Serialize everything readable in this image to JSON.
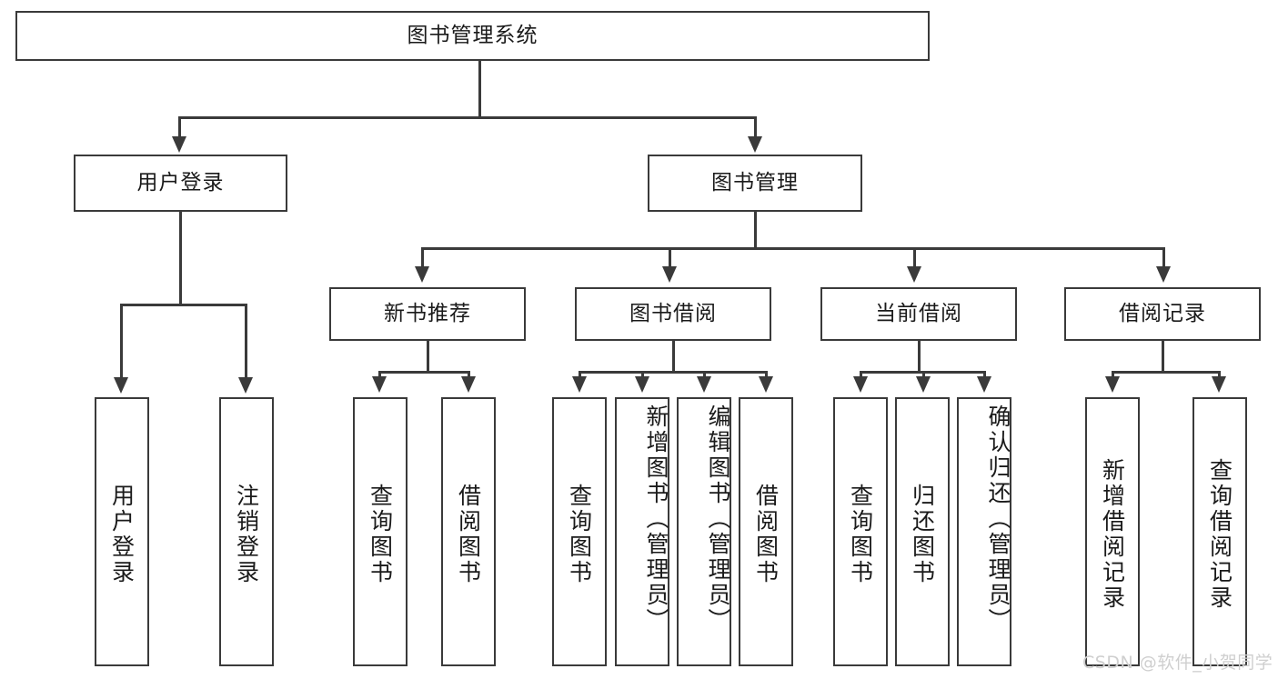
{
  "diagram": {
    "title": "图书管理系统",
    "type": "functional-structure-tree",
    "root": {
      "label": "图书管理系统"
    },
    "level2": [
      {
        "label": "用户登录"
      },
      {
        "label": "图书管理"
      }
    ],
    "level3": [
      {
        "label": "新书推荐"
      },
      {
        "label": "图书借阅"
      },
      {
        "label": "当前借阅"
      },
      {
        "label": "借阅记录"
      }
    ],
    "leaves": {
      "user_login": [
        {
          "label": "用户登录"
        },
        {
          "label": "注销登录"
        }
      ],
      "new_book_recommend": [
        {
          "label": "查询图书"
        },
        {
          "label": "借阅图书"
        }
      ],
      "book_borrow": [
        {
          "label": "查询图书"
        },
        {
          "label": "新增图书（管理员）"
        },
        {
          "label": "编辑图书（管理员）"
        },
        {
          "label": "借阅图书"
        }
      ],
      "current_borrow": [
        {
          "label": "查询图书"
        },
        {
          "label": "归还图书"
        },
        {
          "label": "确认归还（管理员）"
        }
      ],
      "borrow_record": [
        {
          "label": "新增借阅记录"
        },
        {
          "label": "查询借阅记录"
        }
      ]
    }
  },
  "watermark": {
    "text": "CSDN @软件_小贺同学"
  },
  "colors": {
    "border": "#3a3a3a",
    "text": "#1a1a1a",
    "background": "#ffffff",
    "watermark": "#cfcfcf"
  }
}
